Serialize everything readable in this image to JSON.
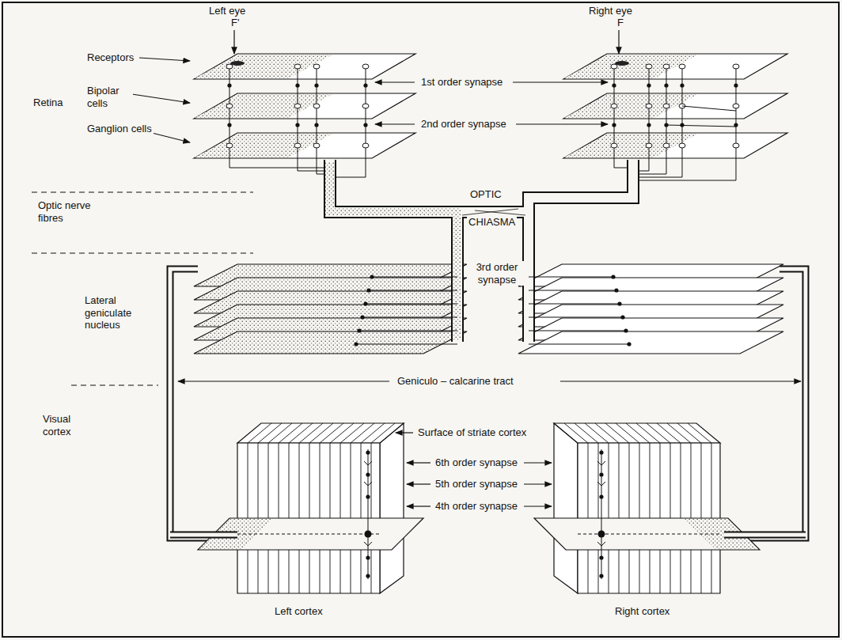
{
  "diagram": {
    "labels": [
      "Left eye",
      "F'",
      "Right eye",
      "F",
      "Receptors",
      "Retina",
      "Bipolar cells",
      "Ganglion cells",
      "1st order synapse",
      "2nd order synapse",
      "Optic nerve fibres",
      "OPTIC",
      "CHIASMA",
      "3rd order synapse",
      "Lateral geniculate nucleus",
      "Geniculo – calcarine tract",
      "Visual cortex",
      "Surface of striate cortex",
      "6th order synapse",
      "5th order synapse",
      "4th order synapse",
      "Left cortex",
      "Right cortex"
    ]
  }
}
